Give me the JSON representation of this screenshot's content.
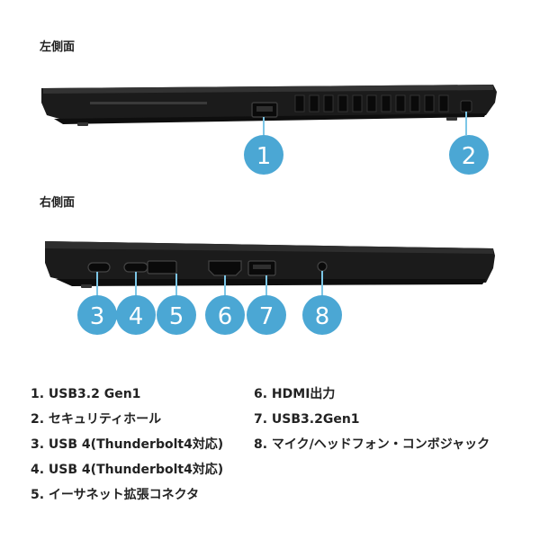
{
  "left_side": {
    "title": "左側面",
    "callouts": [
      "1",
      "2"
    ]
  },
  "right_side": {
    "title": "右側面",
    "callouts": [
      "3",
      "4",
      "5",
      "6",
      "7",
      "8"
    ]
  },
  "specs": {
    "left_column": [
      "1. USB3.2 Gen1",
      "2. セキュリティホール",
      "3. USB 4(Thunderbolt4対応)",
      "4. USB 4(Thunderbolt4対応)",
      "5. イーサネット拡張コネクタ"
    ],
    "right_column": [
      "6. HDMI出力",
      "7. USB3.2Gen1",
      "8. マイク/ヘッドフォン・コンボジャック"
    ]
  },
  "colors": {
    "badge": "#4ba7d4",
    "chassis": "#1a1a1a",
    "callout_line": "#7cc6e6"
  }
}
